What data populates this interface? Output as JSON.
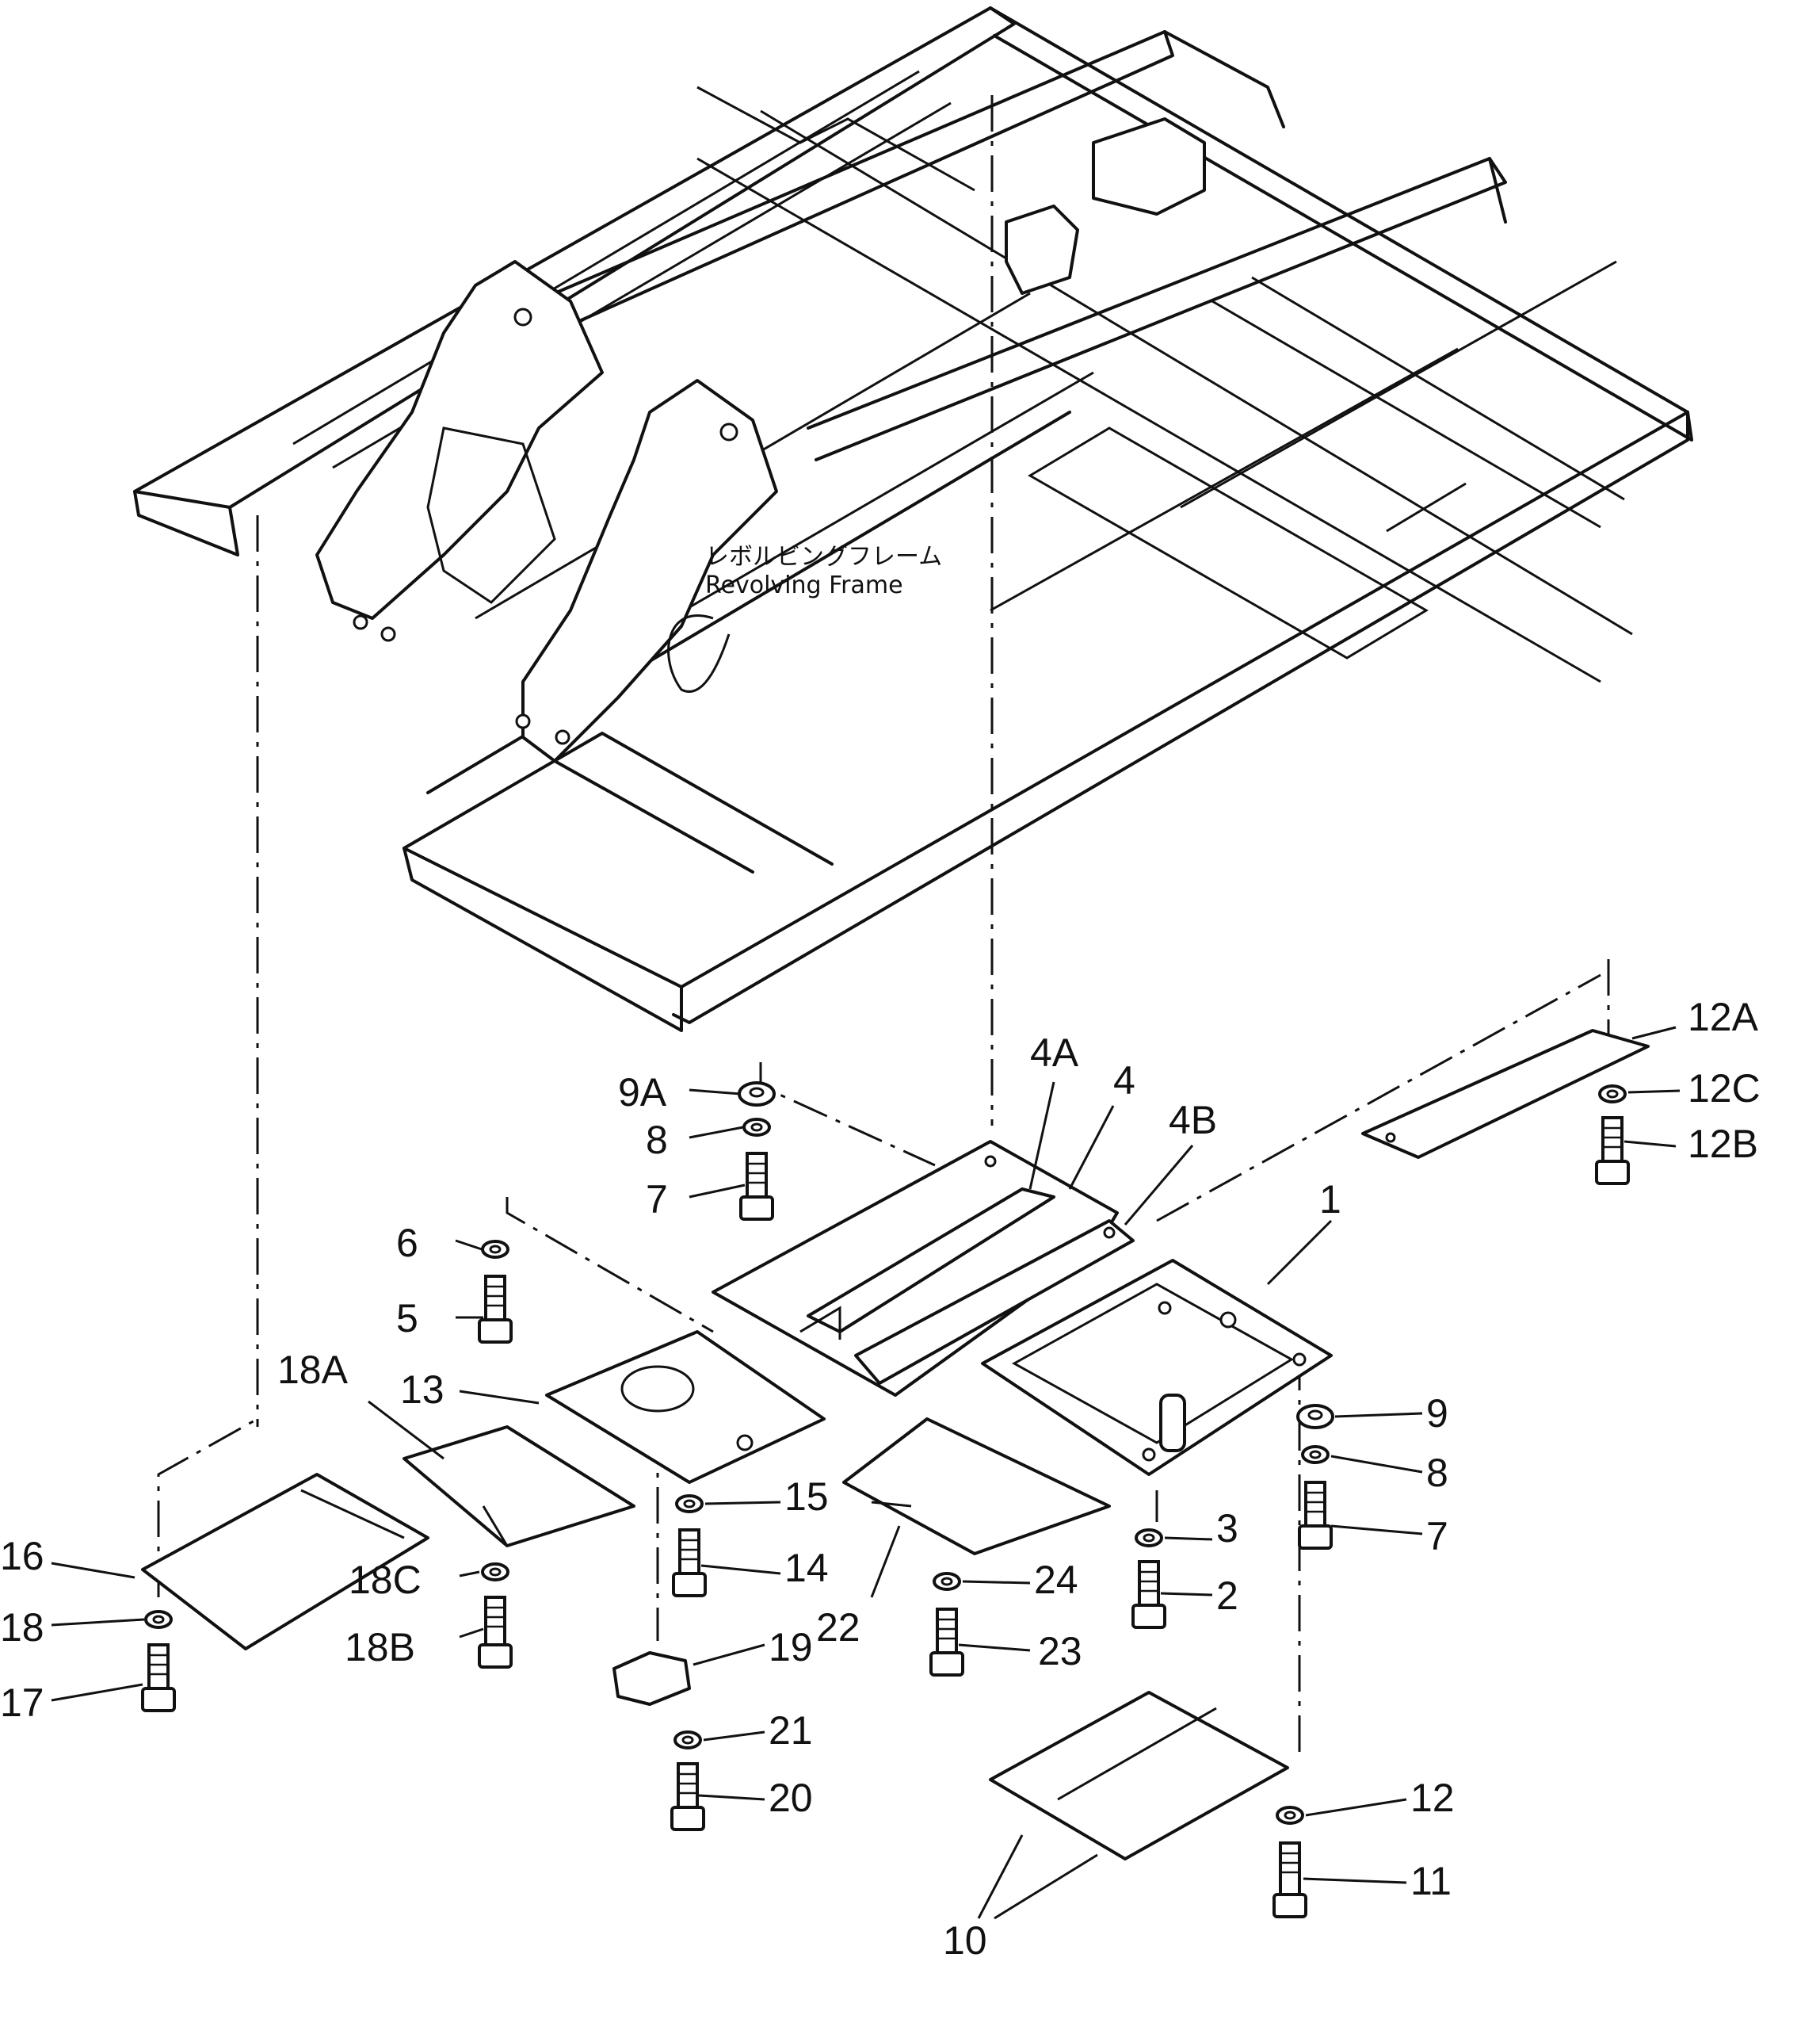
{
  "diagram": {
    "title_jp": "レボルビングフレーム",
    "title_en": "Revolving Frame"
  },
  "labels": {
    "l1": "1",
    "l2": "2",
    "l3": "3",
    "l4": "4",
    "l4A": "4A",
    "l4B": "4B",
    "l5": "5",
    "l6": "6",
    "l7a": "7",
    "l7b": "7",
    "l8a": "8",
    "l8b": "8",
    "l9": "9",
    "l9A": "9A",
    "l10": "10",
    "l11": "11",
    "l12": "12",
    "l12A": "12A",
    "l12B": "12B",
    "l12C": "12C",
    "l13": "13",
    "l14": "14",
    "l15": "15",
    "l16": "16",
    "l17": "17",
    "l18": "18",
    "l18A": "18A",
    "l18B": "18B",
    "l18C": "18C",
    "l19": "19",
    "l20": "20",
    "l21": "21",
    "l22": "22",
    "l23": "23",
    "l24": "24"
  }
}
